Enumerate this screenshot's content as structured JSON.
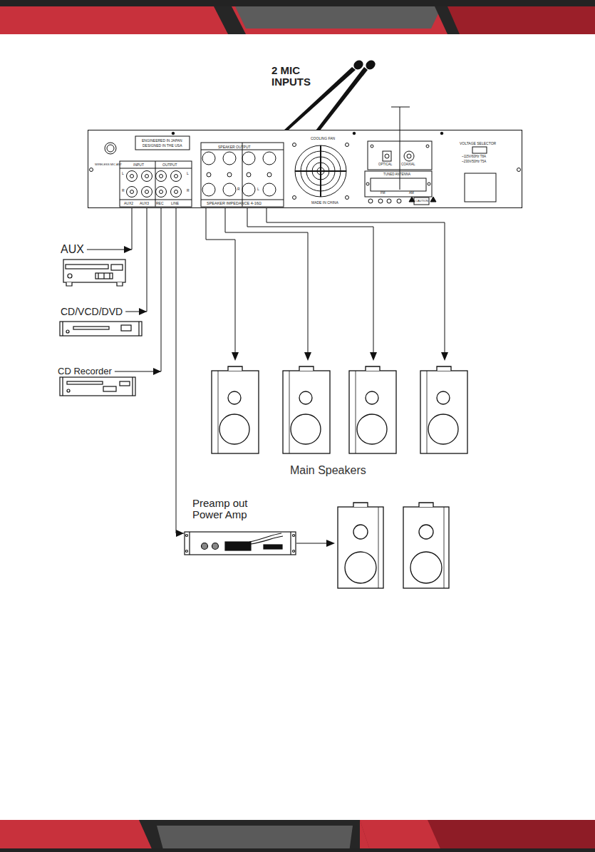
{
  "diagram": {
    "nodes": [
      {
        "text": [
          "2 MIC INPUTS"
        ]
      },
      {
        "text": [
          "AUX"
        ]
      },
      {
        "text": [
          "CD/VCD/DVD"
        ]
      },
      {
        "text": [
          "CD Recorder"
        ]
      },
      {
        "text": [
          "Preamp out Power Amp"
        ]
      }
    ],
    "edges": [
      {
        "from": 1,
        "to": 0,
        "arrow": "to"
      },
      {
        "from": 2,
        "to": 0,
        "arrow": "to"
      },
      {
        "from": 3,
        "to": 0,
        "arrow": "to"
      },
      {
        "from": 0,
        "to": 4,
        "arrow": "to"
      }
    ],
    "labels": [
      "WIRELESS MIC ANT",
      "ENGINEERED IN JAPAN",
      "DESIGNED IN THE USA",
      "INPUT",
      "OUTPUT",
      "L",
      "R",
      "L",
      "R",
      "AUX2",
      "AUX3",
      "REC",
      "LINE",
      "SPEAKER OUTPUT",
      "R",
      "L",
      "SPEAKER IMPEDANCE 4-16Ω",
      "COOLING FAN",
      "MADE IN CHINA",
      "OPTICAL",
      "COAXIAL",
      "TUNED ANTENNA",
      "FM",
      "AM",
      "VOLTAGE SELECTOR",
      "~115V/60Hz T8A",
      "~230V/50Hz T5A",
      "CAUTION",
      "Main Speakers"
    ]
  }
}
